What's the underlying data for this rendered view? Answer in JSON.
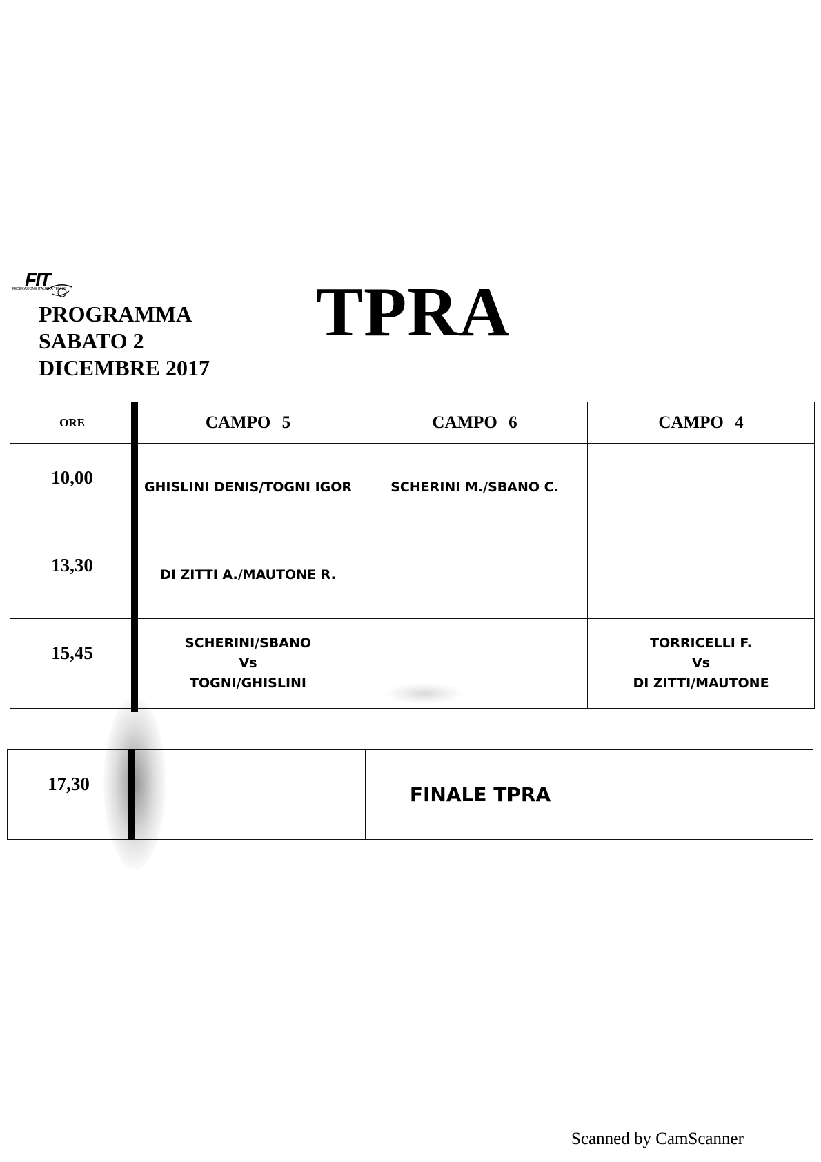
{
  "header": {
    "logo_text": "FIT",
    "logo_subtext": "FEDERAZIONE ITALIANA TENNIS",
    "program_lines": [
      "PROGRAMMA",
      "SABATO 2",
      "DICEMBRE 2017"
    ],
    "title": "TPRA"
  },
  "schedule": {
    "columns": [
      "ORE",
      "CAMPO  5",
      "CAMPO  6",
      "CAMPO  4"
    ],
    "rows": [
      {
        "time": "10,00",
        "campo5": [
          "GHISLINI DENIS/TOGNI IGOR"
        ],
        "campo6": [
          "SCHERINI M./SBANO C."
        ],
        "campo4": []
      },
      {
        "time": "13,30",
        "campo5": [
          "DI ZITTI A./MAUTONE R."
        ],
        "campo6": [],
        "campo4": []
      },
      {
        "time": "15,45",
        "campo5": [
          "SCHERINI/SBANO",
          "Vs",
          "TOGNI/GHISLINI"
        ],
        "campo6": [],
        "campo4": [
          "TORRICELLI F.",
          "Vs",
          "DI ZITTI/MAUTONE"
        ]
      }
    ],
    "final_row": {
      "time": "17,30",
      "campo5": "",
      "campo6": "FINALE TPRA",
      "campo4": ""
    }
  },
  "footer": {
    "scanner_text": "Scanned by CamScanner"
  }
}
